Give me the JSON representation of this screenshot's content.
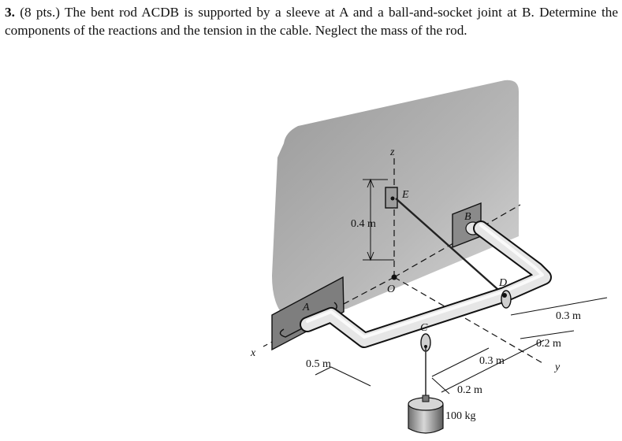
{
  "problem": {
    "number": "3.",
    "points": "(8 pts.)",
    "text": "The bent rod ACDB is supported by a sleeve at A and a ball-and-socket joint at B. Determine the components of the reactions and the tension in the cable. Neglect the mass of the rod."
  },
  "figure": {
    "labels": {
      "z": "z",
      "E": "E",
      "B": "B",
      "A": "A",
      "C": "C",
      "D": "D",
      "O": "O",
      "x": "x",
      "y": "y"
    },
    "dimensions": {
      "e_height": "0.4 m",
      "a_offset": "0.5 m",
      "c_x": "0.3 m",
      "c_y": "0.2 m",
      "d_x": "0.3 m",
      "d_y": "0.2 m"
    },
    "load": "100 kg"
  }
}
